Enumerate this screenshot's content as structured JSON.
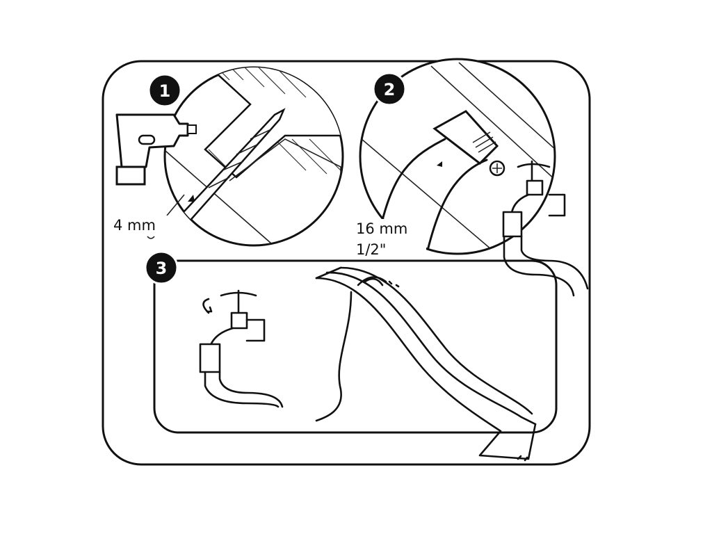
{
  "steps": [
    {
      "number": "1",
      "label": "4 mm"
    },
    {
      "number": "2",
      "label": "16 mm",
      "sublabel": "1/2\""
    },
    {
      "number": "3"
    }
  ],
  "colors": {
    "ink": "#111111",
    "background": "#ffffff"
  }
}
